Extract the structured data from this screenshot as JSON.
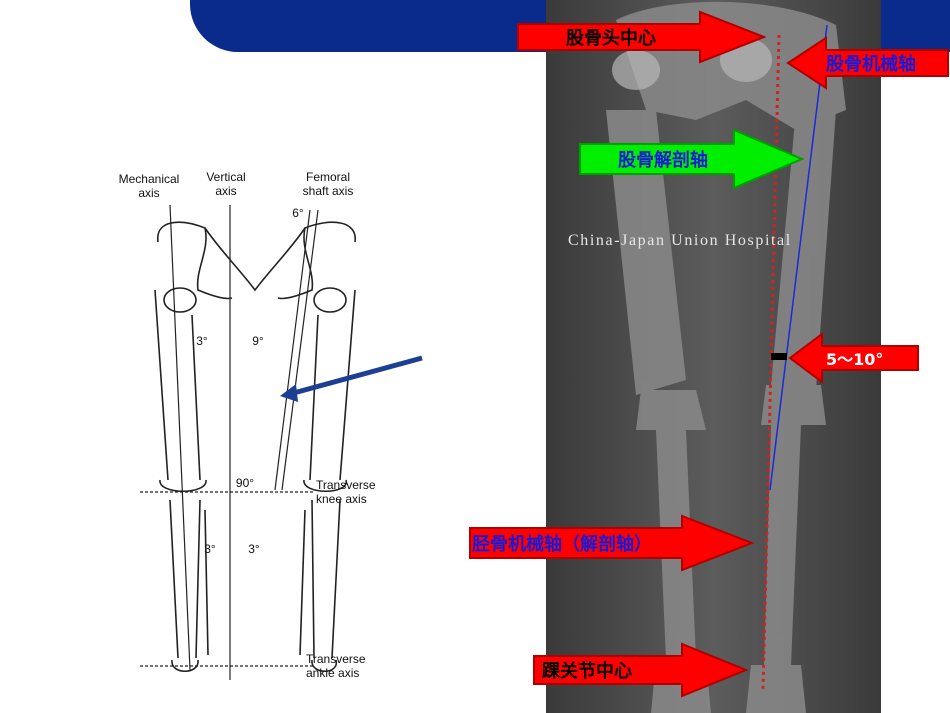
{
  "diagram": {
    "labels": {
      "mechanical_axis": "Mechanical\naxis",
      "vertical_axis": "Vertical\naxis",
      "femoral_shaft_axis": "Femoral\nshaft axis",
      "angle_6": "6°",
      "angle_3_left": "3°",
      "angle_9": "9°",
      "angle_90": "90°",
      "transverse_knee_axis": "Transverse\nknee axis",
      "angle_3_low_left": "3°",
      "angle_3_low_right": "3°",
      "transverse_ankle_axis": "Transverse\nankle axis"
    },
    "pointer_color": "#1c3f94"
  },
  "xray": {
    "watermark": "China-Japan Union Hospital",
    "mechanical_line_color": "#d42020",
    "anatomical_line_color": "#1a2bd8"
  },
  "callouts": {
    "femoral_head_center": "股骨头中心",
    "femoral_mechanical_axis": "股骨机械轴",
    "femoral_anatomical_axis": "股骨解剖轴",
    "angle_range": "5～10°",
    "tibial_mechanical_axis": "胫骨机械轴（解剖轴）",
    "ankle_center": "踝关节中心"
  },
  "colors": {
    "header_blue": "#0a2a8c",
    "arrow_red": "#ff0000",
    "arrow_green": "#00ee00",
    "text_blue": "#1a1ad6"
  }
}
